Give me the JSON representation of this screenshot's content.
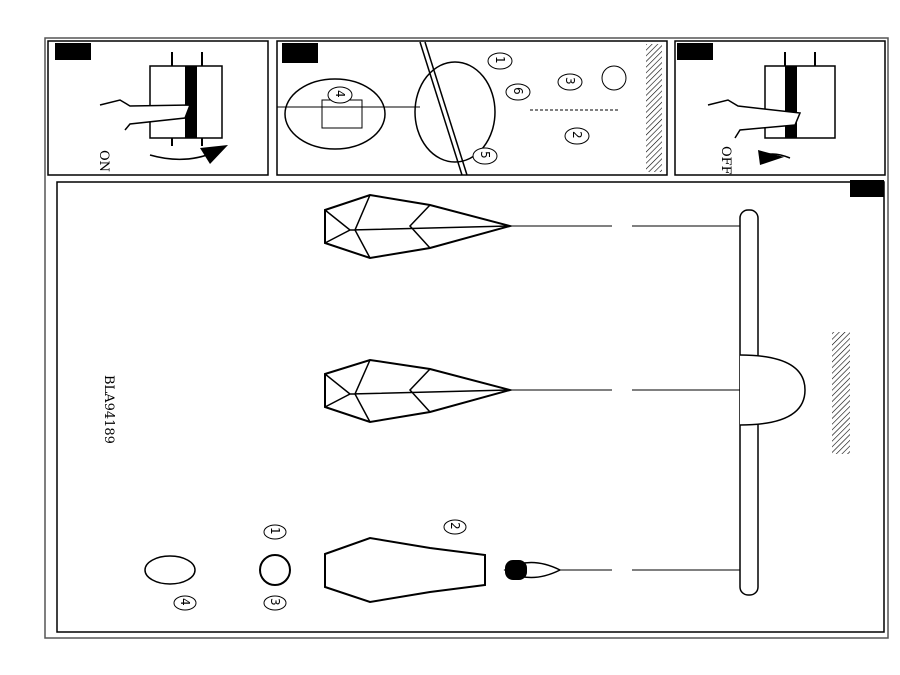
{
  "panels": {
    "switch_on": {
      "label": "ON"
    },
    "mounting": {
      "steps": [
        "1",
        "2",
        "3",
        "4",
        "5",
        "6"
      ]
    },
    "switch_off": {
      "label": "OFF"
    }
  },
  "main": {
    "model_code": "BLA94189",
    "steps": [
      "1",
      "2",
      "3",
      "4"
    ]
  }
}
